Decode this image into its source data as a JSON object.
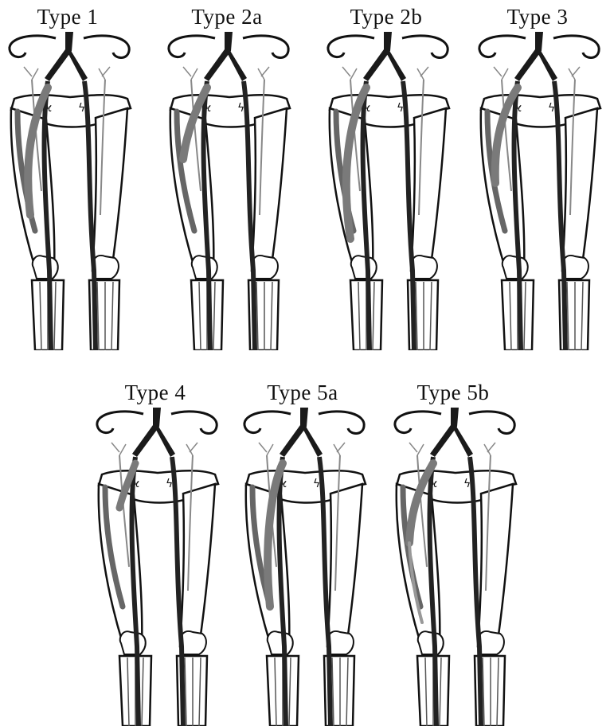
{
  "panels": [
    {
      "label": "Type 1",
      "variant": "type-1"
    },
    {
      "label": "Type 2a",
      "variant": "type-2a"
    },
    {
      "label": "Type 2b",
      "variant": "type-2b"
    },
    {
      "label": "Type 3",
      "variant": "type-3"
    },
    {
      "label": "Type 4",
      "variant": "type-4"
    },
    {
      "label": "Type 5a",
      "variant": "type-5a"
    },
    {
      "label": "Type 5b",
      "variant": "type-5b"
    }
  ],
  "colors": {
    "outline": "#111111",
    "vein": "#222222",
    "shade": "#7a7a7a",
    "background": "#ffffff"
  }
}
